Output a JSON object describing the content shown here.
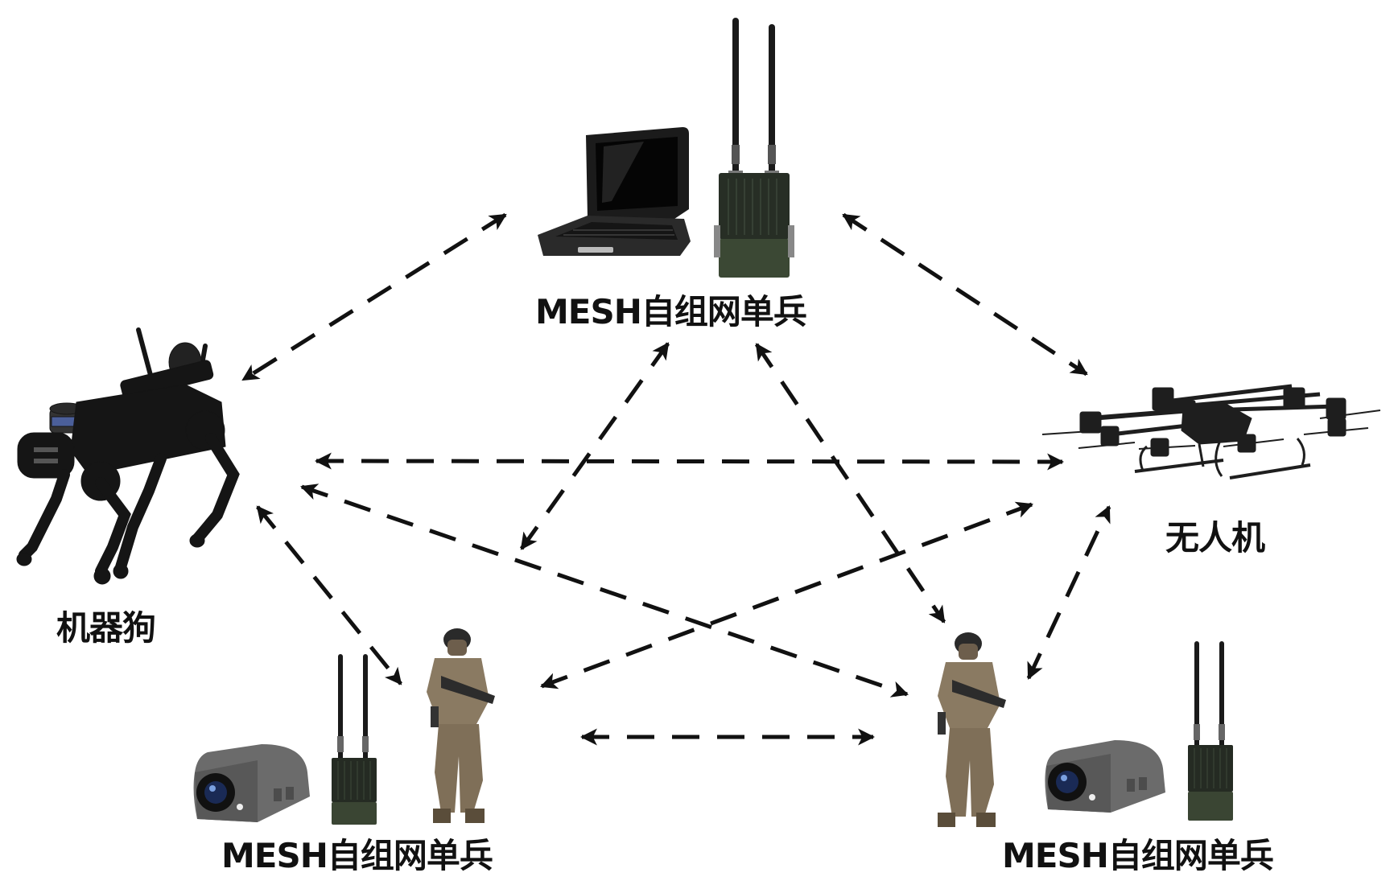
{
  "diagram": {
    "type": "network-topology",
    "description": "MESH self-organizing network connecting individual soldiers, robot dog and drone",
    "line_style": "dashed",
    "arrow_style": "bidirectional",
    "colors": {
      "background": "#ffffff",
      "arrow": "#111111",
      "label": "#111111",
      "radio_body": "#2f3a2c",
      "radio_lower": "#3d4a35",
      "camera_body": "#6b6b6b",
      "camera_lens": "#1a2a55",
      "robot_dog": "#1a1a1a",
      "drone": "#1e1e1e",
      "laptop": "#222222",
      "soldier_camo": "#8a7a62",
      "lidar_band": "#4b5f9a"
    },
    "nodes": [
      {
        "id": "command",
        "label": "MESH自组网单兵",
        "devices": [
          "laptop",
          "mesh-radio"
        ]
      },
      {
        "id": "robot_dog",
        "label": "机器狗",
        "devices": [
          "robot-dog"
        ]
      },
      {
        "id": "drone",
        "label": "无人机",
        "devices": [
          "drone"
        ]
      },
      {
        "id": "soldier_left",
        "label": "MESH自组网单兵",
        "devices": [
          "camera",
          "mesh-radio",
          "soldier"
        ]
      },
      {
        "id": "soldier_right",
        "label": "MESH自组网单兵",
        "devices": [
          "soldier",
          "camera",
          "mesh-radio"
        ]
      }
    ],
    "edges": [
      {
        "from": "command",
        "to": "robot_dog"
      },
      {
        "from": "command",
        "to": "drone"
      },
      {
        "from": "robot_dog",
        "to": "drone"
      },
      {
        "from": "robot_dog",
        "to": "soldier_right"
      },
      {
        "from": "robot_dog",
        "to": "soldier_left"
      },
      {
        "from": "command",
        "to": "soldier_left"
      },
      {
        "from": "command",
        "to": "soldier_right"
      },
      {
        "from": "soldier_left",
        "to": "drone"
      },
      {
        "from": "soldier_right",
        "to": "drone"
      },
      {
        "from": "soldier_left",
        "to": "soldier_right"
      }
    ]
  },
  "labels": {
    "command": "MESH自组网单兵",
    "robot_dog": "机器狗",
    "drone": "无人机",
    "soldier_left": "MESH自组网单兵",
    "soldier_right": "MESH自组网单兵"
  }
}
